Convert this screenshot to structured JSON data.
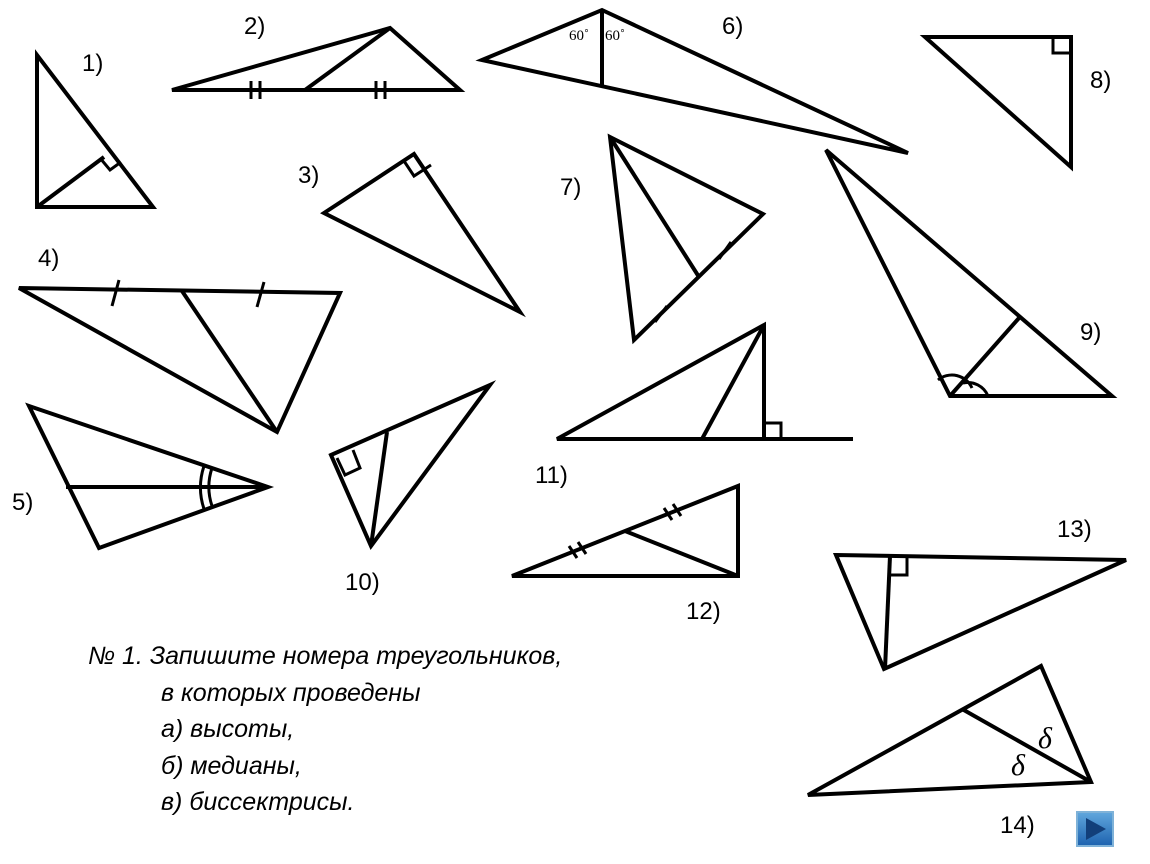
{
  "figure_labels": [
    "1)",
    "2)",
    "3)",
    "4)",
    "5)",
    "6)",
    "7)",
    "8)",
    "9)",
    "10)",
    "11)",
    "12)",
    "13)",
    "14)"
  ],
  "angle_labels": {
    "left": "60˚",
    "right": "60˚"
  },
  "delta_labels": [
    "δ",
    "δ"
  ],
  "task": {
    "line1": "№ 1.  Запишите номера треугольников,",
    "line2": "в которых проведены",
    "item_a": "а) высоты,",
    "item_b": "б) медианы,",
    "item_c": "в) биссектрисы."
  },
  "colors": {
    "stroke": "#000000",
    "next_button": "#2a74c2"
  },
  "icons": {
    "next": "play-triangle-icon"
  }
}
